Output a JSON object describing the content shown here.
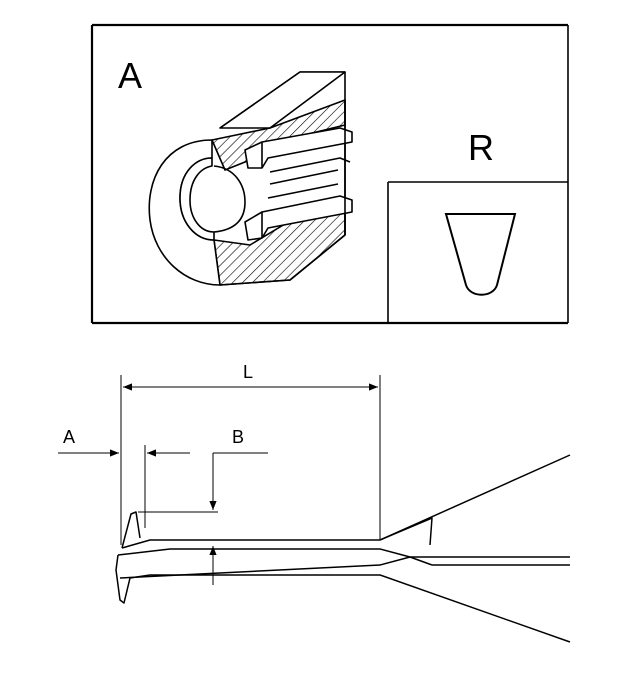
{
  "detail_box": {
    "view_label": "A",
    "inset_label": "R"
  },
  "dimensions": {
    "length_label": "L",
    "tip_label": "A",
    "jaw_label": "B"
  }
}
